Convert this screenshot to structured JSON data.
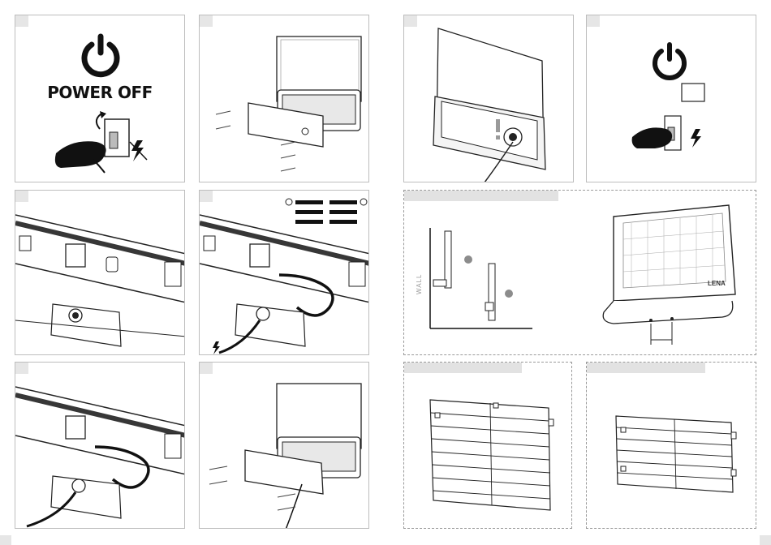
{
  "steps": {
    "power_off_title": "POWER OFF"
  },
  "diagram": {
    "wall_label": "WALL"
  },
  "fixture": {
    "brand": "LENA"
  },
  "terminal": {
    "lines": [
      "",
      "",
      ""
    ]
  },
  "colors": {
    "panel_border": "#bdbdbd",
    "header_bar": "#e2e2e2",
    "check_badge": "#8c8c8c",
    "ink": "#1a1a1a"
  },
  "icons": [
    "power-icon",
    "lightning-icon",
    "hand-icon",
    "check-icon",
    "warning-icon"
  ]
}
